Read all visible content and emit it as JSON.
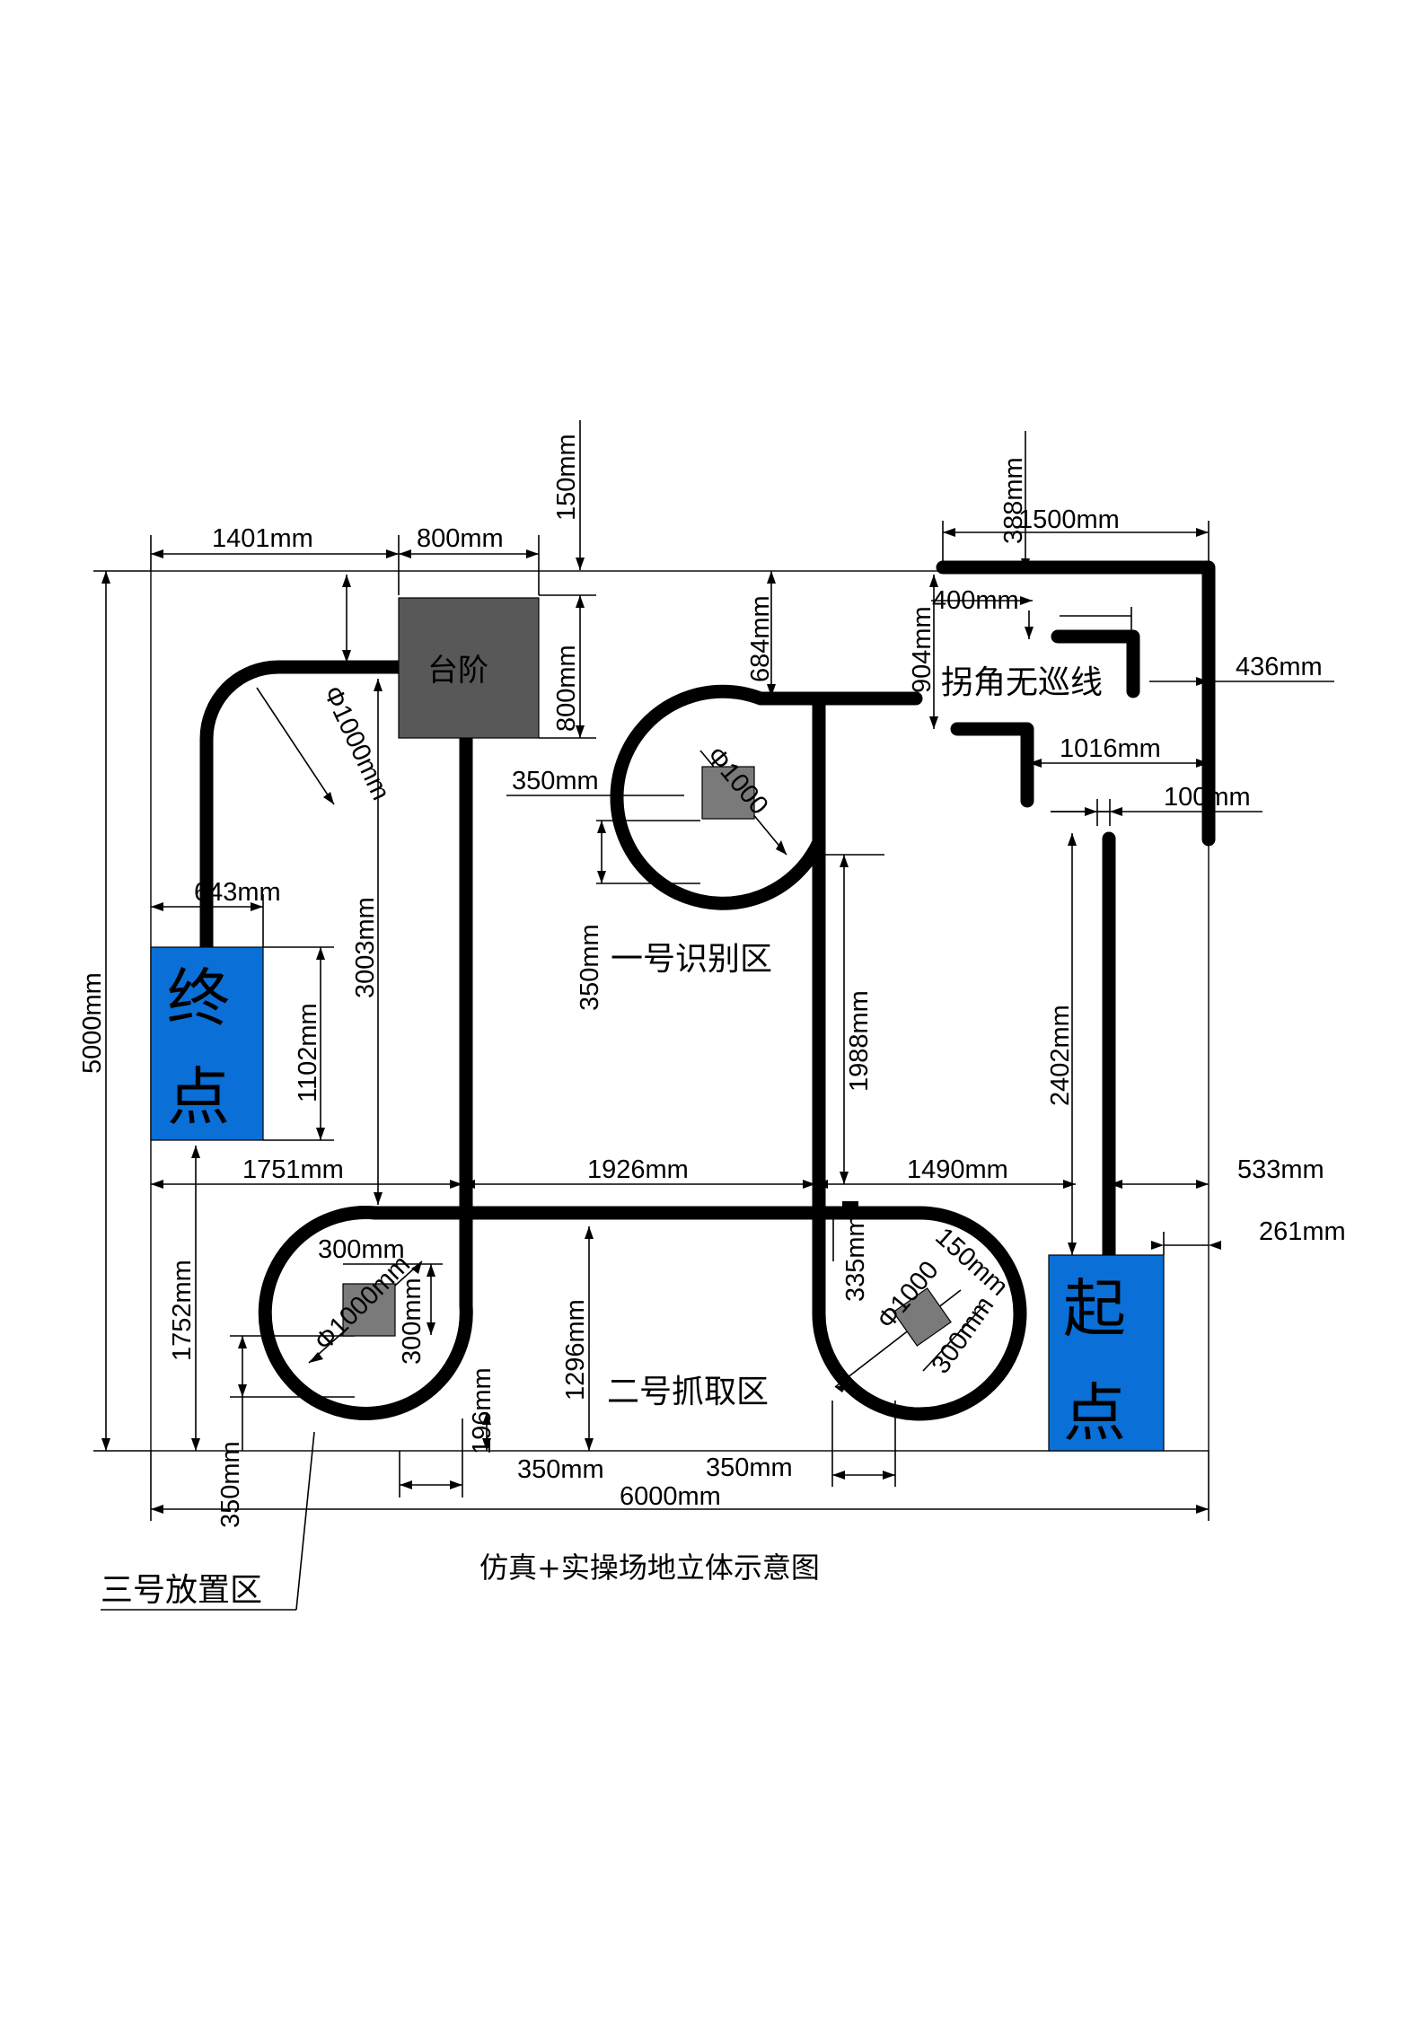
{
  "caption": "仿真+实操场地立体示意图",
  "labels": {
    "step": "台阶",
    "end_1": "终",
    "end_2": "点",
    "start_1": "起",
    "start_2": "点",
    "zone1": "一号识别区",
    "zone2": "二号抓取区",
    "zone3": "三号放置区",
    "corner": "拐角无巡线"
  },
  "dims": {
    "w1401": "1401mm",
    "w800": "800mm",
    "h150": "150mm",
    "h800": "800mm",
    "h388": "388mm",
    "w1500": "1500mm",
    "w400": "400mm",
    "h904": "904mm",
    "h684": "684mm",
    "w436": "436mm",
    "w1016": "1016mm",
    "w100": "100mm",
    "w350a": "350mm",
    "d1000a": "Φ1000",
    "d1000b": "Φ1000mm",
    "h350a": "350mm",
    "w643": "643mm",
    "h3003": "3003mm",
    "h1102": "1102mm",
    "h5000": "5000mm",
    "h1988": "1988mm",
    "h2402": "2402mm",
    "w1751": "1751mm",
    "w1926": "1926mm",
    "w1490": "1490mm",
    "w533": "533mm",
    "w261": "261mm",
    "w300a": "300mm",
    "d1000c": "Φ1000mm",
    "h300a": "300mm",
    "h1752": "1752mm",
    "h1296": "1296mm",
    "h196": "196mm",
    "h350b": "350mm",
    "w350b": "350mm",
    "w350c": "350mm",
    "w6000": "6000mm",
    "h335": "335mm",
    "d1000d": "Φ1000",
    "w150": "150mm",
    "w300b": "300mm"
  },
  "colors": {
    "blue": "#0a6fd6",
    "step_gray": "#585858",
    "marker_gray": "#7a7a7a",
    "track": "#000000"
  }
}
